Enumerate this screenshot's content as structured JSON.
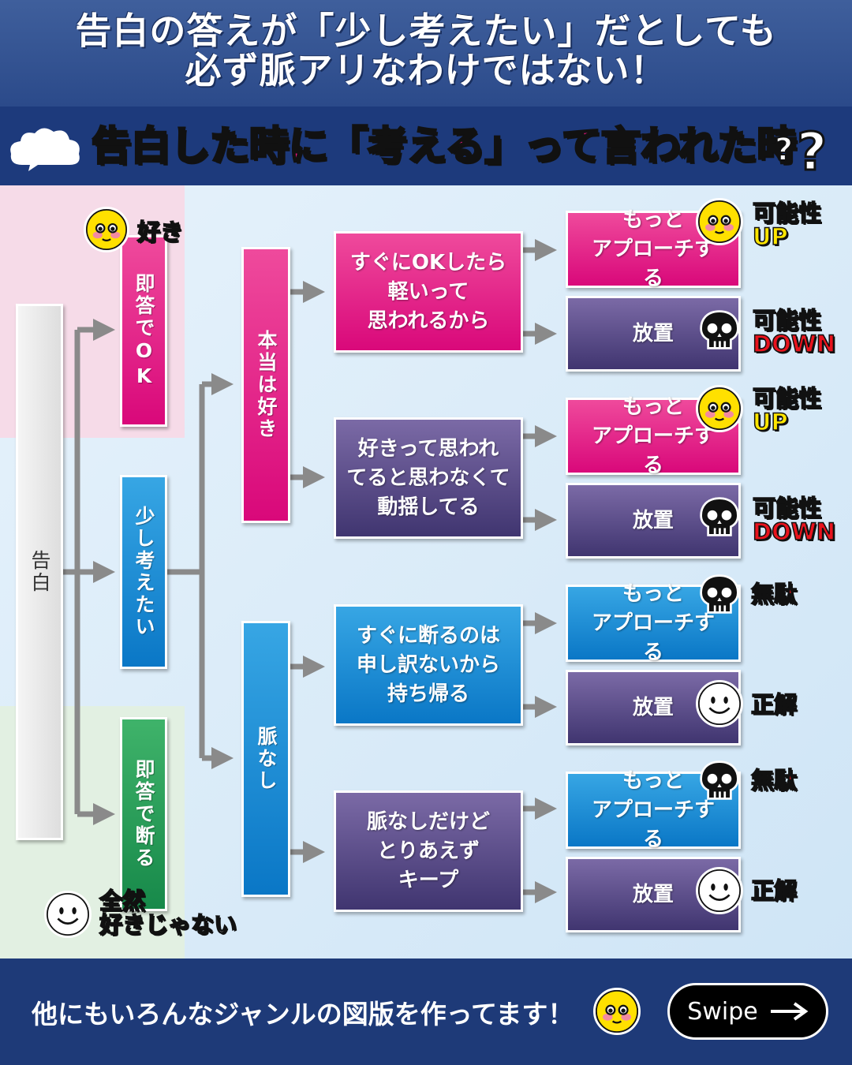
{
  "header": {
    "line1": "告白の答えが「少し考えたい」だとしても",
    "line2": "必ず脈アリなわけではない！"
  },
  "banner": {
    "title": "告白した時に「考える」って言われた時",
    "icons": [
      "cloud-icon",
      "question-marks-icon"
    ]
  },
  "root": {
    "label": "告白"
  },
  "answers": [
    {
      "label": "即答でOK",
      "color": "pink",
      "feeling": "好き",
      "face": "blush-face-icon"
    },
    {
      "label": "少し考えたい",
      "color": "blue"
    },
    {
      "label": "即答で断る",
      "color": "green",
      "feeling": "全然\n好きじゃない",
      "face": "smile-face-icon"
    }
  ],
  "meanings": [
    {
      "label": "本当は好き",
      "color": "pink"
    },
    {
      "label": "脈なし",
      "color": "blue"
    }
  ],
  "reasons": [
    {
      "label": "すぐにOKしたら\n軽いって\n思われるから",
      "color": "pink"
    },
    {
      "label": "好きって思われ\nてると思わなくて\n動揺してる",
      "color": "purple"
    },
    {
      "label": "すぐに断るのは\n申し訳ないから\n持ち帰る",
      "color": "blue"
    },
    {
      "label": "脈なしだけど\nとりあえず\nキープ",
      "color": "purple"
    }
  ],
  "actions": [
    {
      "label": "もっと\nアプローチする",
      "color": "pink",
      "face": "blush-face-icon",
      "result": "可能性\nUP",
      "result_color": "yellow"
    },
    {
      "label": "放置",
      "color": "purple",
      "face": "skull-icon",
      "result": "可能性\nDOWN",
      "result_color": "red"
    },
    {
      "label": "もっと\nアプローチする",
      "color": "pink",
      "face": "blush-face-icon",
      "result": "可能性\nUP",
      "result_color": "yellow"
    },
    {
      "label": "放置",
      "color": "purple",
      "face": "skull-icon",
      "result": "可能性\nDOWN",
      "result_color": "red"
    },
    {
      "label": "もっと\nアプローチする",
      "color": "blue",
      "face": "skull-icon",
      "result": "無駄",
      "result_color": "red"
    },
    {
      "label": "放置",
      "color": "purple",
      "face": "smile-face-icon",
      "result": "正解",
      "result_color": "white"
    },
    {
      "label": "もっと\nアプローチする",
      "color": "blue",
      "face": "skull-icon",
      "result": "無駄",
      "result_color": "red"
    },
    {
      "label": "放置",
      "color": "purple",
      "face": "smile-face-icon",
      "result": "正解",
      "result_color": "white"
    }
  ],
  "footer": {
    "message": "他にもいろんなジャンルの図版を作ってます！",
    "face": "blush-face-icon",
    "button_label": "Swipe",
    "button_icon": "arrow-right-icon"
  }
}
